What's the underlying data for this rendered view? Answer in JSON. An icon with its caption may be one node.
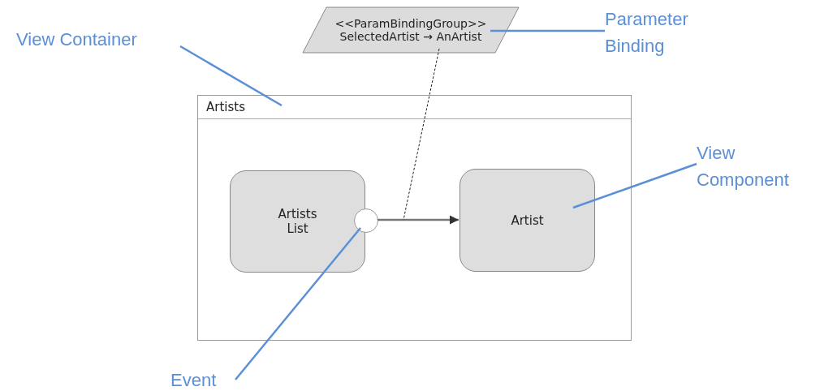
{
  "diagram": {
    "nodes": [
      {
        "text": [
          "View Container"
        ]
      },
      {
        "text": [
          "Parameter Binding"
        ]
      },
      {
        "text": [
          "View Component"
        ]
      },
      {
        "text": [
          "Event"
        ]
      },
      {
        "text": [
          "<<ParamBindingGroup>> SelectedArtist → AnArtist"
        ]
      },
      {
        "text": [
          "Artists"
        ]
      },
      {
        "text": [
          "Artists List"
        ],
        "in": 5
      },
      {
        "text": [],
        "shape": "circle",
        "in": 5
      },
      {
        "text": [
          "Artist"
        ],
        "in": 5
      }
    ],
    "edges": [
      {
        "from": 0,
        "to": 5,
        "arrow": "none",
        "color": "#5b8fd6"
      },
      {
        "from": 1,
        "to": 4,
        "arrow": "none",
        "color": "#5b8fd6"
      },
      {
        "from": 2,
        "to": 8,
        "arrow": "none",
        "color": "#5b8fd6"
      },
      {
        "from": 3,
        "to": 7,
        "arrow": "none",
        "color": "#5b8fd6"
      },
      {
        "from": 7,
        "to": 8,
        "arrow": "to",
        "color": "#777777"
      },
      {
        "from": 4,
        "to": null,
        "arrow": "none",
        "style": "dashed",
        "color": "#222222"
      }
    ]
  }
}
